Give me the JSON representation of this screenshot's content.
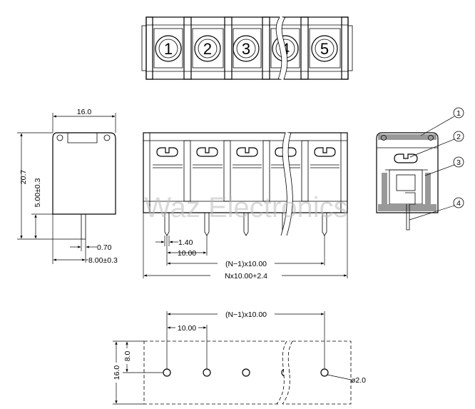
{
  "watermark": "Waz Electronics",
  "top_view": {
    "positions": [
      "1",
      "2",
      "3",
      "4",
      "5"
    ]
  },
  "side_view": {
    "width": "16.0",
    "height": "20.7",
    "pin_height": "5.00±0.3",
    "pin_thickness": "0.70",
    "pin_offset": "8.00±0.3"
  },
  "front_view": {
    "pin_width": "1.40",
    "pitch": "10.00",
    "span": "(N−1)x10.00",
    "overall": "Nx10.00+2.4"
  },
  "callouts": [
    "1",
    "2",
    "3",
    "4"
  ],
  "footprint": {
    "span": "(N−1)x10.00",
    "pitch": "10.00",
    "row_offset": "8.0",
    "depth": "16.0",
    "hole_dia": "ø2.0"
  }
}
